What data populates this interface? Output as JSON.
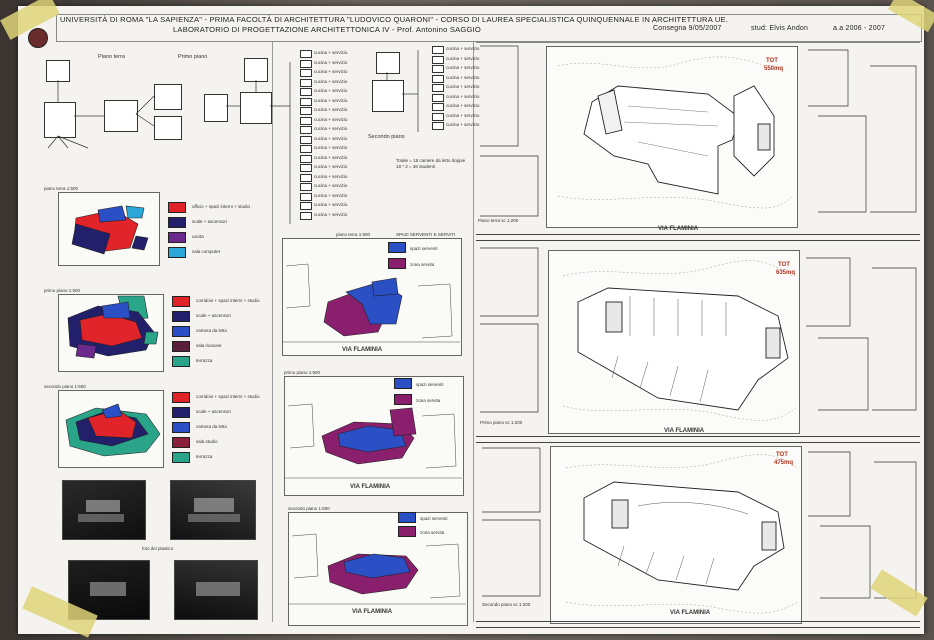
{
  "header": {
    "line1": "UNIVERSITÀ DI ROMA \"LA SAPIENZA\" - PRIMA FACOLTÀ DI ARCHITETTURA \"LUDOVICO QUARONI\" - CORSO DI LAUREA SPECIALISTICA QUINQUENNALE IN ARCHITETTURA UE.",
    "line2": "LABORATORIO DI PROGETTAZIONE ARCHITETTONICA IV - Prof. Antonino SAGGIO",
    "consegna": "Consegna 9/05/2007",
    "student": "stud: Elvis Andon",
    "year": "a.a 2006 - 2007"
  },
  "diagram": {
    "piano_terra": "Piano terra",
    "primo_piano": "Primo piano",
    "secondo_piano": "Secondo piano",
    "totale": "Totale = 18 camere da letto doppie",
    "totale2": "18 * 2 = 36 studenti",
    "units": [
      "cucina + servizio",
      "cucina + servizio",
      "cucina + servizio",
      "cucina + servizio",
      "cucina + servizio",
      "cucina + servizio",
      "cucina + servizio",
      "cucina + servizio",
      "cucina + servizio",
      "cucina + servizio",
      "cucina + servizio",
      "cucina + servizio",
      "cucina + servizio",
      "cucina + servizio",
      "cucina + servizio",
      "cucina + servizio",
      "cucina + servizio",
      "cucina + servizio"
    ]
  },
  "legends": {
    "terra": [
      "ufficio + spazi interni + studio",
      "scale + ascensori",
      "uscita",
      "sala computer"
    ],
    "primo": [
      "corridoio + spazi interni + studio",
      "scale + ascensori",
      "camera da letto",
      "sala riunione",
      "terrazza"
    ],
    "secondo": [
      "corridoio + spazi interni + studio",
      "scale + ascensori",
      "camera da letto",
      "sala studio",
      "terrazza"
    ]
  },
  "plan_titles": {
    "piano_terra": "piano terra 1:500",
    "primo_piano": "primo piano 1:500",
    "secondo_piano": "secondo piano 1:500"
  },
  "mid": {
    "servizi_title": "SPAZI SERVENTI E SERVITI",
    "serventi": "spazi serventi",
    "serviti": "zona servita",
    "via": "VIA FLAMINIA",
    "piano_terra": "piano terra 1:500",
    "primo_piano": "primo piano 1:500",
    "secondo_piano": "secondo piano 1:500"
  },
  "photos": {
    "caption": "foto del plastico"
  },
  "right": {
    "plans": [
      {
        "tot": "TOT",
        "area": "550mq",
        "scale": "Piano terra  sc 1:200"
      },
      {
        "tot": "TOT",
        "area": "635mq",
        "scale": "Primo piano  sc 1:200"
      },
      {
        "tot": "TOT",
        "area": "475mq",
        "scale": "Secondo piano  sc 1:200"
      }
    ],
    "via": "VIA FLAMINIA"
  },
  "colors": {
    "red": "#e0242a",
    "navy": "#22206a",
    "blue": "#2b4fc4",
    "purple": "#6a2a8c",
    "magenta": "#8a1f6e",
    "cyan": "#2aa7d8",
    "teal": "#2aa58a"
  }
}
